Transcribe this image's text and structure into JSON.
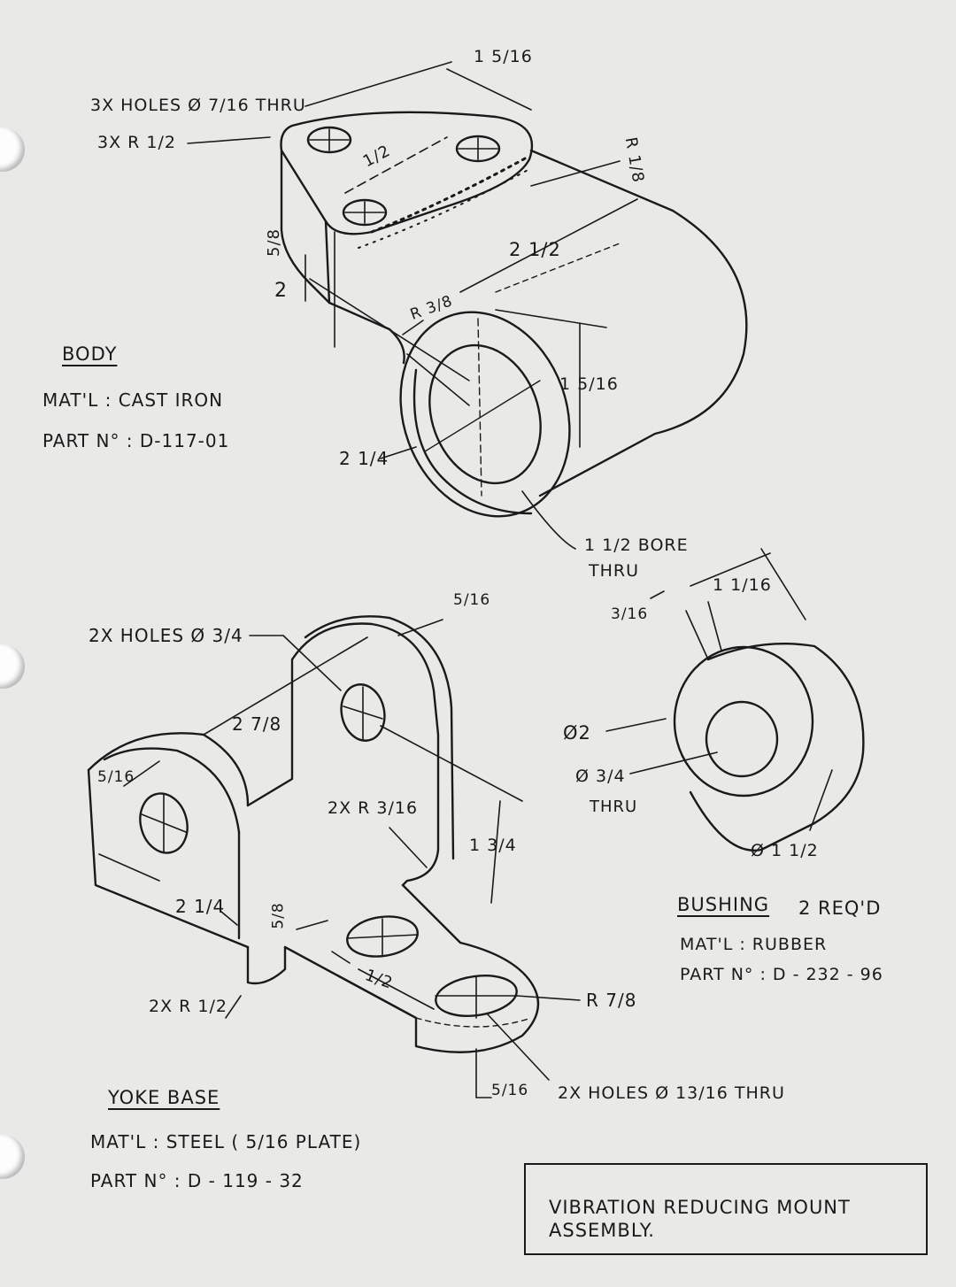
{
  "body_part": {
    "holes_callout": "3X HOLES Ø 7/16 THRU",
    "radius_callout": "3X R 1/2",
    "title": "BODY",
    "material": "MAT'L : CAST IRON",
    "part_no": "PART N° : D-117-01",
    "dims": {
      "top_length": "1 5/16",
      "hole_spacing": "1/2",
      "edge_radius": "R 1/8",
      "height_left": "5/8",
      "width_left": "2",
      "depth": "2 1/2",
      "inner_radius": "R 3/8",
      "boss_height": "1 5/16",
      "boss_dia": "2 1/4"
    },
    "bore_callout_1": "1 1/2 BORE",
    "bore_callout_2": "THRU"
  },
  "yoke_part": {
    "holes_callout": "2X HOLES Ø 3/4",
    "dims": {
      "thickness_top": "5/16",
      "span": "2 7/8",
      "thickness_left": "5/16",
      "inner_radius": "2X R 3/16",
      "height": "1 3/4",
      "half_width": "2 1/4",
      "plate": "5/8",
      "hole_spacing": "1/2",
      "outer_radius": "2X R 1/2",
      "end_radius": "R 7/8",
      "bottom_thickness": "5/16"
    },
    "bottom_holes": "2X HOLES Ø 13/16 THRU",
    "title": "YOKE BASE",
    "material": "MAT'L : STEEL ( 5/16 PLATE)",
    "part_no": "PART N° : D - 119 - 32"
  },
  "bushing_part": {
    "dims": {
      "flange_thickness": "3/16",
      "length": "1 1/16",
      "flange_dia": "Ø2",
      "bore_1": "Ø 3/4",
      "bore_2": "THRU",
      "body_dia": "Ø 1 1/2"
    },
    "title": "BUSHING",
    "qty": "2 REQ'D",
    "material": "MAT'L : RUBBER",
    "part_no": "PART N° : D - 232 - 96"
  },
  "title_block": {
    "line1": "VIBRATION REDUCING MOUNT",
    "line2": "ASSEMBLY."
  }
}
